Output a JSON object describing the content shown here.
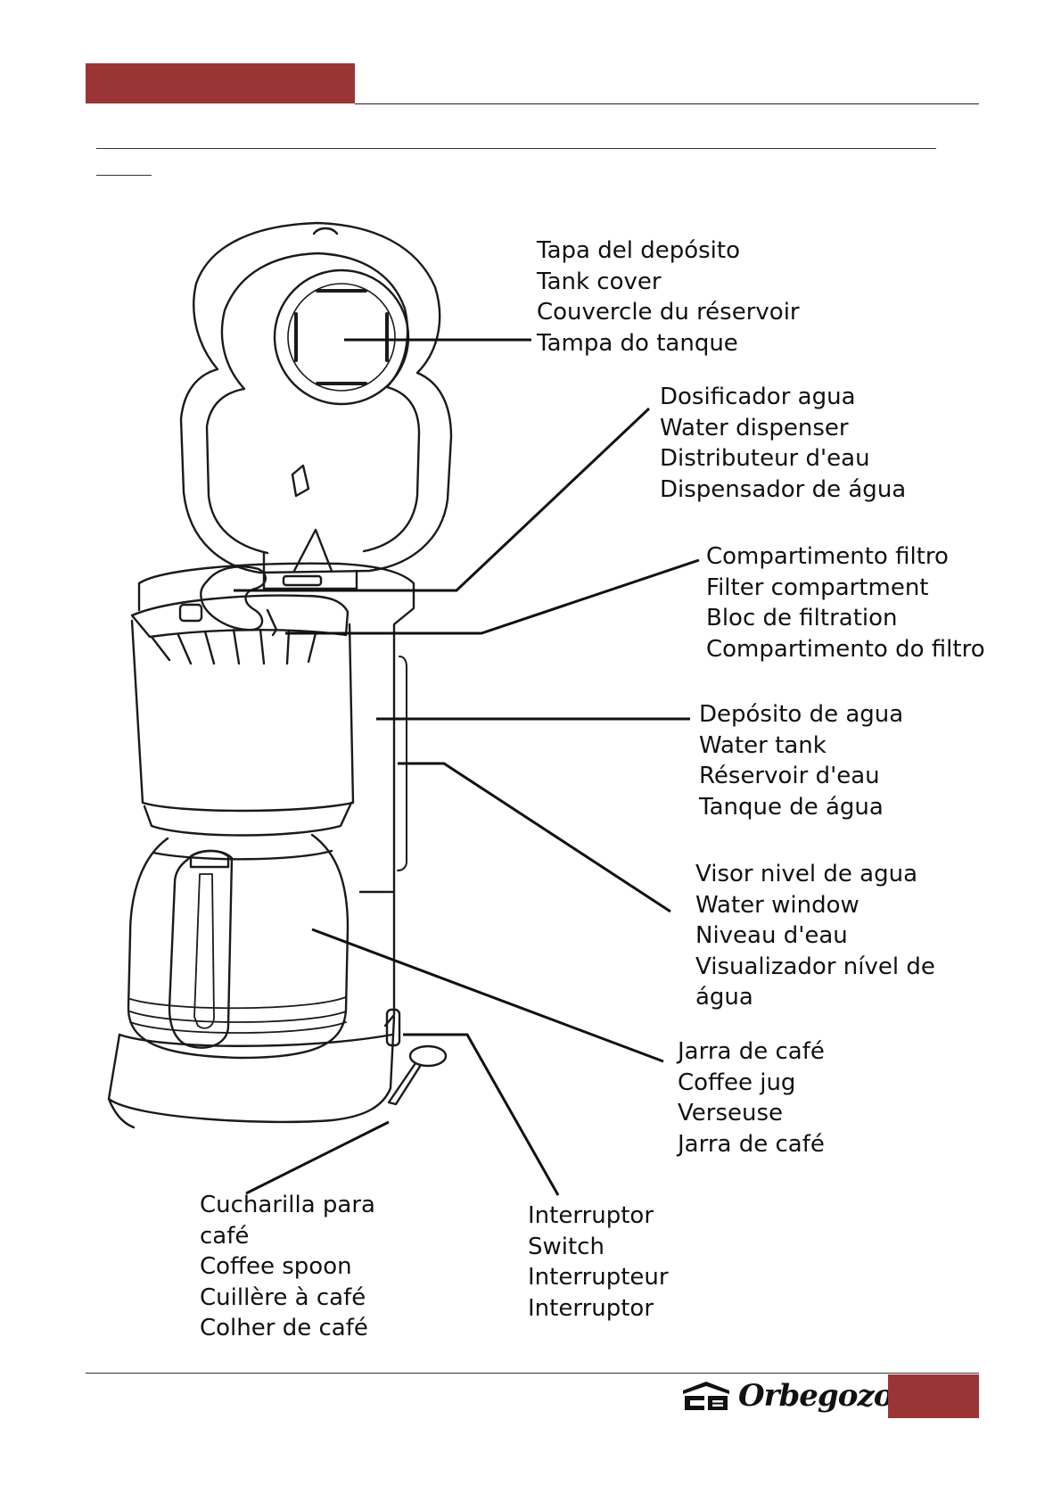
{
  "colors": {
    "accent": "#9b3535",
    "line": "#111111"
  },
  "labels": {
    "tank_cover": [
      "Tapa del depósito",
      "Tank cover",
      "Couvercle du réservoir",
      "Tampa do tanque"
    ],
    "water_dispenser": [
      "Dosificador agua",
      "Water dispenser",
      "Distributeur d'eau",
      "Dispensador de água"
    ],
    "filter_compartment": [
      "Compartimento filtro",
      "Filter compartment",
      "Bloc de filtration",
      "Compartimento do filtro"
    ],
    "water_tank": [
      "Depósito de agua",
      "Water tank",
      "Réservoir d'eau",
      "Tanque de água"
    ],
    "water_window": [
      "Visor nivel de agua",
      "Water window",
      "Niveau d'eau",
      "Visualizador nível de",
      "água"
    ],
    "coffee_jug": [
      "Jarra de café",
      "Coffee jug",
      "Verseuse",
      "Jarra de café"
    ],
    "coffee_spoon": [
      "Cucharilla para",
      "café",
      "Coffee spoon",
      "Cuillère à café",
      "Colher de café"
    ],
    "switch": [
      "Interruptor",
      "Switch",
      "Interrupteur",
      "Interruptor"
    ]
  },
  "footer": {
    "brand_logo": "Orbegozo",
    "brand_icon": "house-logo-icon",
    "page_number": ""
  }
}
